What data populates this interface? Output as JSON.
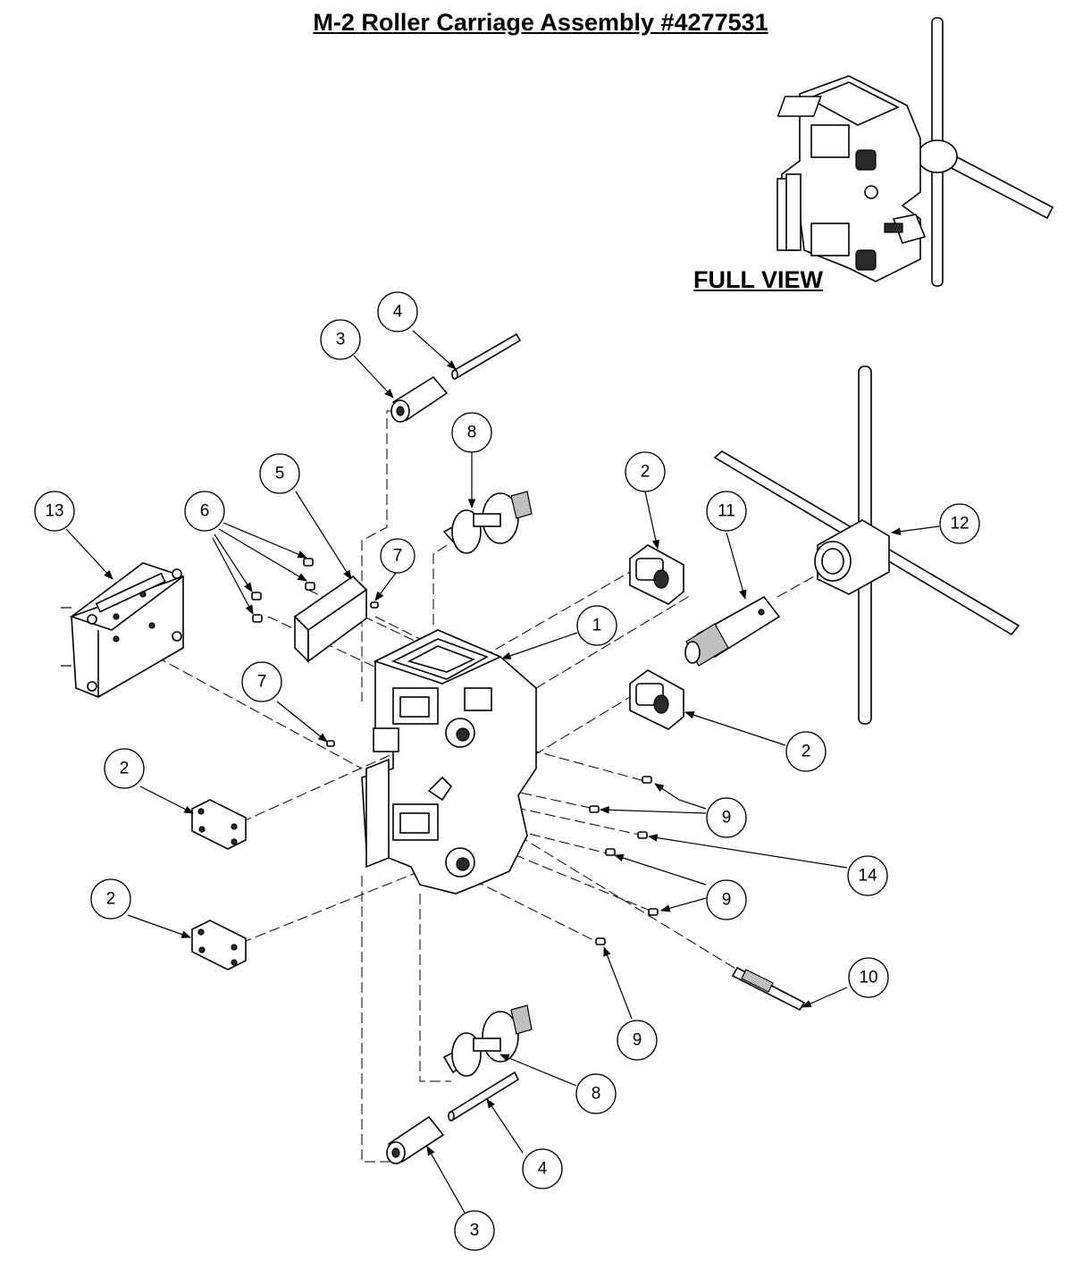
{
  "title": "M-2 Roller Carriage Assembly #4277531",
  "full_view_label": "FULL VIEW",
  "callouts": [
    {
      "id": "c1",
      "label": "1"
    },
    {
      "id": "c2a",
      "label": "2"
    },
    {
      "id": "c2b",
      "label": "2"
    },
    {
      "id": "c2c",
      "label": "2"
    },
    {
      "id": "c2d",
      "label": "2"
    },
    {
      "id": "c3a",
      "label": "3"
    },
    {
      "id": "c3b",
      "label": "3"
    },
    {
      "id": "c4a",
      "label": "4"
    },
    {
      "id": "c4b",
      "label": "4"
    },
    {
      "id": "c5",
      "label": "5"
    },
    {
      "id": "c6",
      "label": "6"
    },
    {
      "id": "c7a",
      "label": "7"
    },
    {
      "id": "c7b",
      "label": "7"
    },
    {
      "id": "c8a",
      "label": "8"
    },
    {
      "id": "c8b",
      "label": "8"
    },
    {
      "id": "c9a",
      "label": "9"
    },
    {
      "id": "c9b",
      "label": "9"
    },
    {
      "id": "c9c",
      "label": "9"
    },
    {
      "id": "c10",
      "label": "10"
    },
    {
      "id": "c11",
      "label": "11"
    },
    {
      "id": "c12",
      "label": "12"
    },
    {
      "id": "c13",
      "label": "13"
    },
    {
      "id": "c14",
      "label": "14"
    }
  ]
}
